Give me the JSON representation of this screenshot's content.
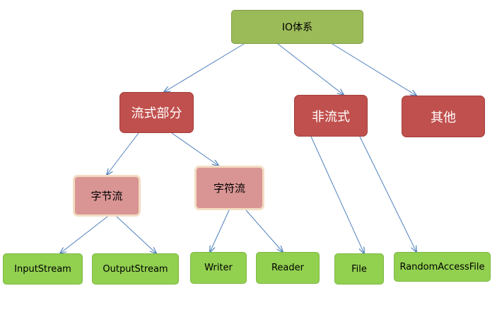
{
  "nodes": {
    "root": "IO体系",
    "stream": "流式部分",
    "non_stream": "非流式",
    "other": "其他",
    "byte_stream": "字节流",
    "char_stream": "字符流",
    "input_stream": "InputStream",
    "output_stream": "OutputStream",
    "writer": "Writer",
    "reader": "Reader",
    "file": "File",
    "random_access_file": "RandomAccessFile"
  },
  "colors": {
    "root_fill": "#9bbb59",
    "category_fill": "#c0504d",
    "sub_fill": "#d99594",
    "leaf_fill": "#92d050",
    "arrow": "#4f81bd"
  },
  "edges": [
    [
      "root",
      "stream"
    ],
    [
      "root",
      "non_stream"
    ],
    [
      "root",
      "other"
    ],
    [
      "stream",
      "byte_stream"
    ],
    [
      "stream",
      "char_stream"
    ],
    [
      "byte_stream",
      "input_stream"
    ],
    [
      "byte_stream",
      "output_stream"
    ],
    [
      "char_stream",
      "writer"
    ],
    [
      "char_stream",
      "reader"
    ],
    [
      "non_stream",
      "file"
    ],
    [
      "non_stream",
      "random_access_file"
    ]
  ]
}
